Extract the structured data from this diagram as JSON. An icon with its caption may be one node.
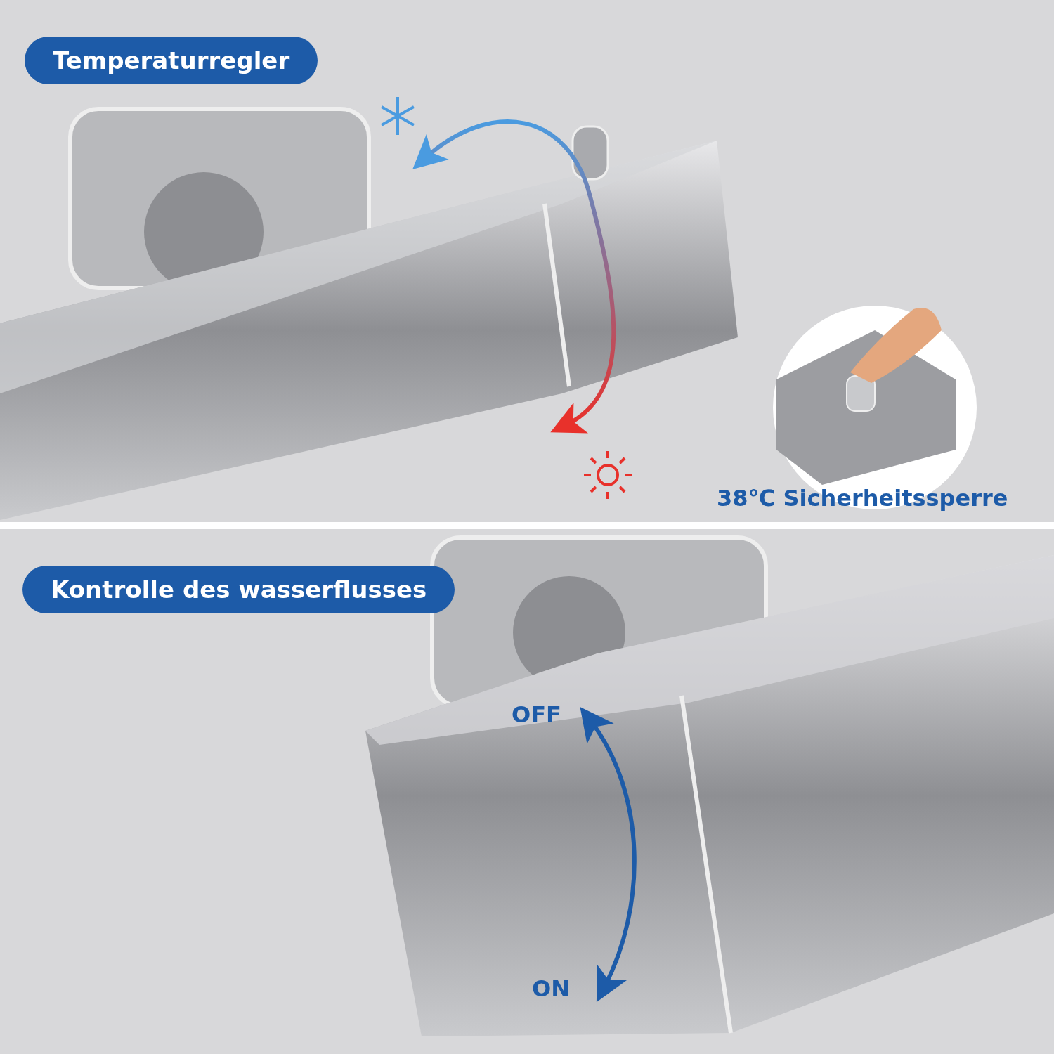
{
  "diagram": {
    "nodes": [
      {
        "text": [
          "Temperaturregler"
        ]
      },
      {
        "text": [
          "Kontrolle des wasserflusses"
        ]
      }
    ],
    "labels": [
      "38℃ Sicherheitssperre",
      "OFF",
      "ON"
    ]
  }
}
